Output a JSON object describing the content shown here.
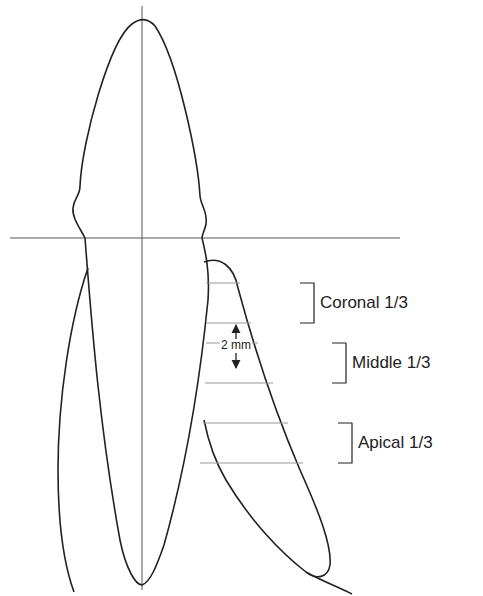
{
  "diagram": {
    "labels": [
      "Coronal 1/3",
      "2 mm",
      "Middle 1/3",
      "Apical 1/3"
    ]
  }
}
